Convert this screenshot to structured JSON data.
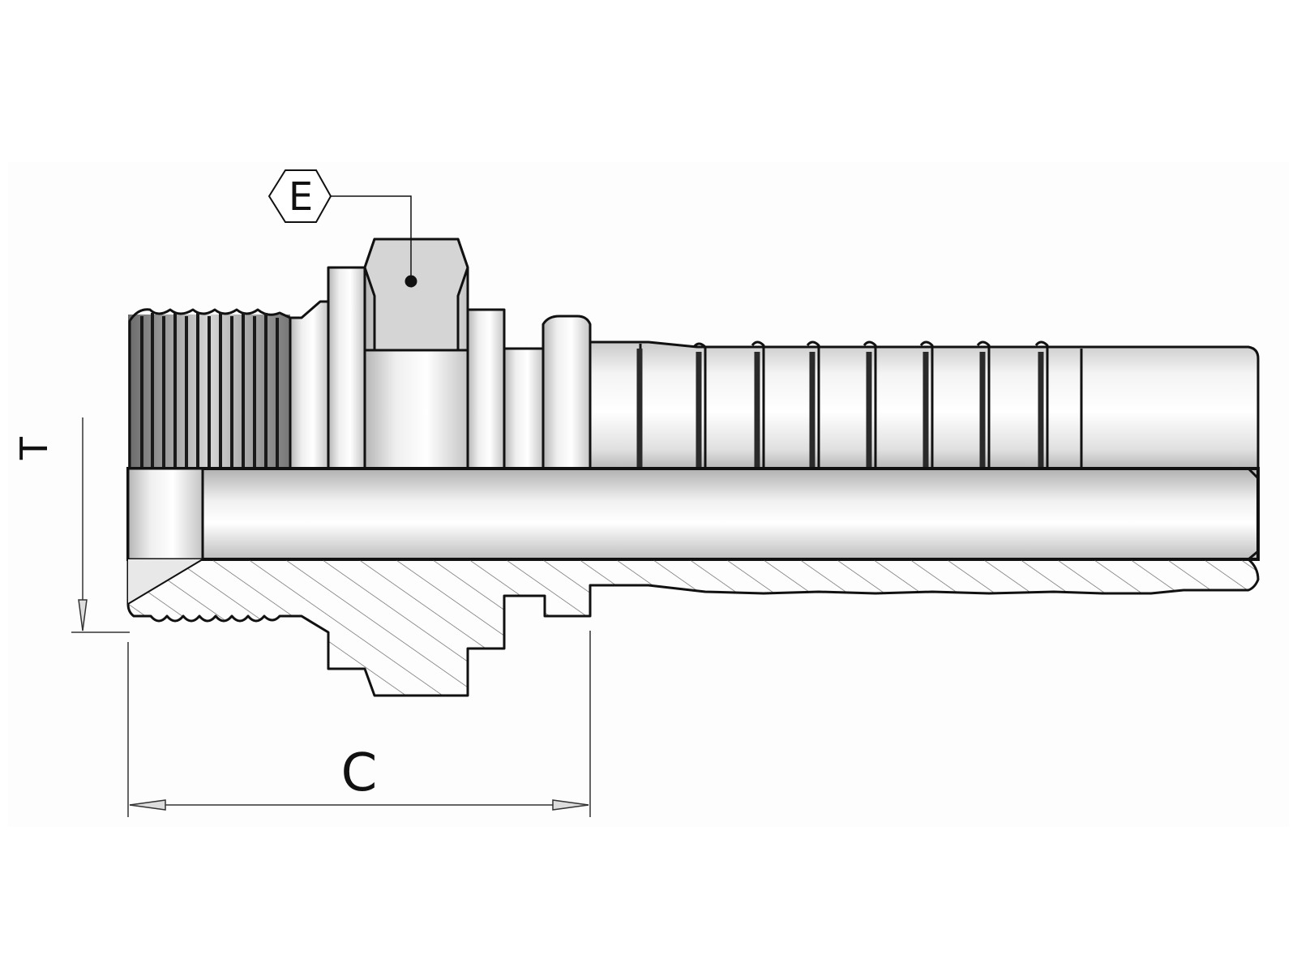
{
  "labels": {
    "hex_callout": "E",
    "dim_thread": "T",
    "dim_length": "C"
  },
  "colors": {
    "background": "#ffffff",
    "frame_background": "#fdfdfd",
    "outline": "#111111",
    "metal_light": "#f7f7f7",
    "metal_mid": "#d9d9d9",
    "metal_dark": "#aeaeae",
    "bore_shadow": "#c9c9c9",
    "hatch": "#555555",
    "dimension_line": "#333333"
  }
}
